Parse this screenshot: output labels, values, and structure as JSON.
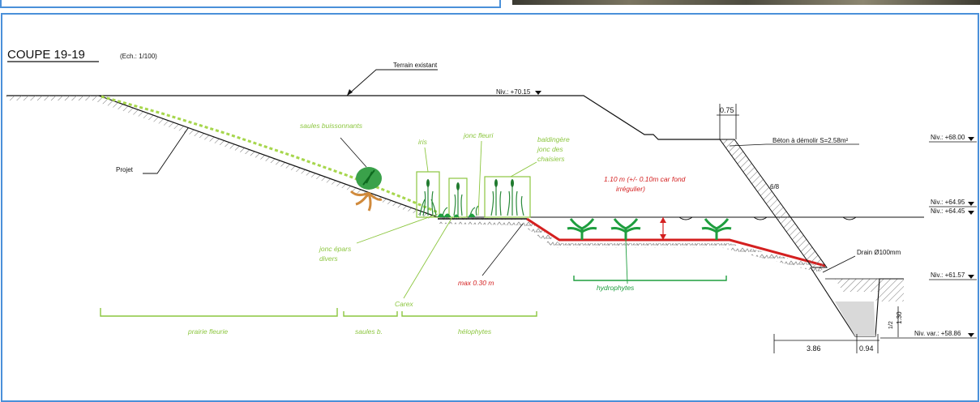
{
  "title": "COUPE 19-19",
  "scale": "(Ech.: 1/100)",
  "labels": {
    "terrain": "Terrain existant",
    "projet": "Projet",
    "beton": "Béton à démolir S=2.58m²",
    "drain": "Drain Ø100mm",
    "slope": "6/8",
    "dim_075": "0.75",
    "dim_386": "3.86",
    "dim_094": "0.94",
    "dim_130": "1.30",
    "dim_half": "1/2"
  },
  "levels": {
    "niv_7015": "Niv.: +70.15",
    "niv_6800": "Niv.: +68.00",
    "niv_6495": "Niv.: +64.95",
    "niv_6445": "Niv.: +64.45",
    "niv_6157": "Niv.: +61.57",
    "niv_5886": "Niv. var.: +58.86"
  },
  "plants": {
    "saules": "saules buissonnants",
    "iris": "iris",
    "jonc_fleuri": "jonc fleuri",
    "baldingere_1": "baldingère",
    "baldingere_2": "jonc des",
    "baldingere_3": "chaisiers",
    "jonc_epars_1": "jonc épars",
    "jonc_epars_2": "divers",
    "carex": "Carex",
    "hydrophytes": "hydrophytes"
  },
  "annotations": {
    "depth_1": "1.10 m (+/- 0.10m car fond",
    "depth_2": "irrégulier)",
    "max": "max 0.30 m"
  },
  "zones": {
    "prairie": "prairie fleurie",
    "saules_b": "saules b.",
    "helophytes": "hélophytes"
  },
  "colors": {
    "light_green": "#8cc63f",
    "dark_green": "#1e9e3e",
    "red": "#d42020",
    "line": "#1a1a1a",
    "frame": "#4a90d9"
  }
}
